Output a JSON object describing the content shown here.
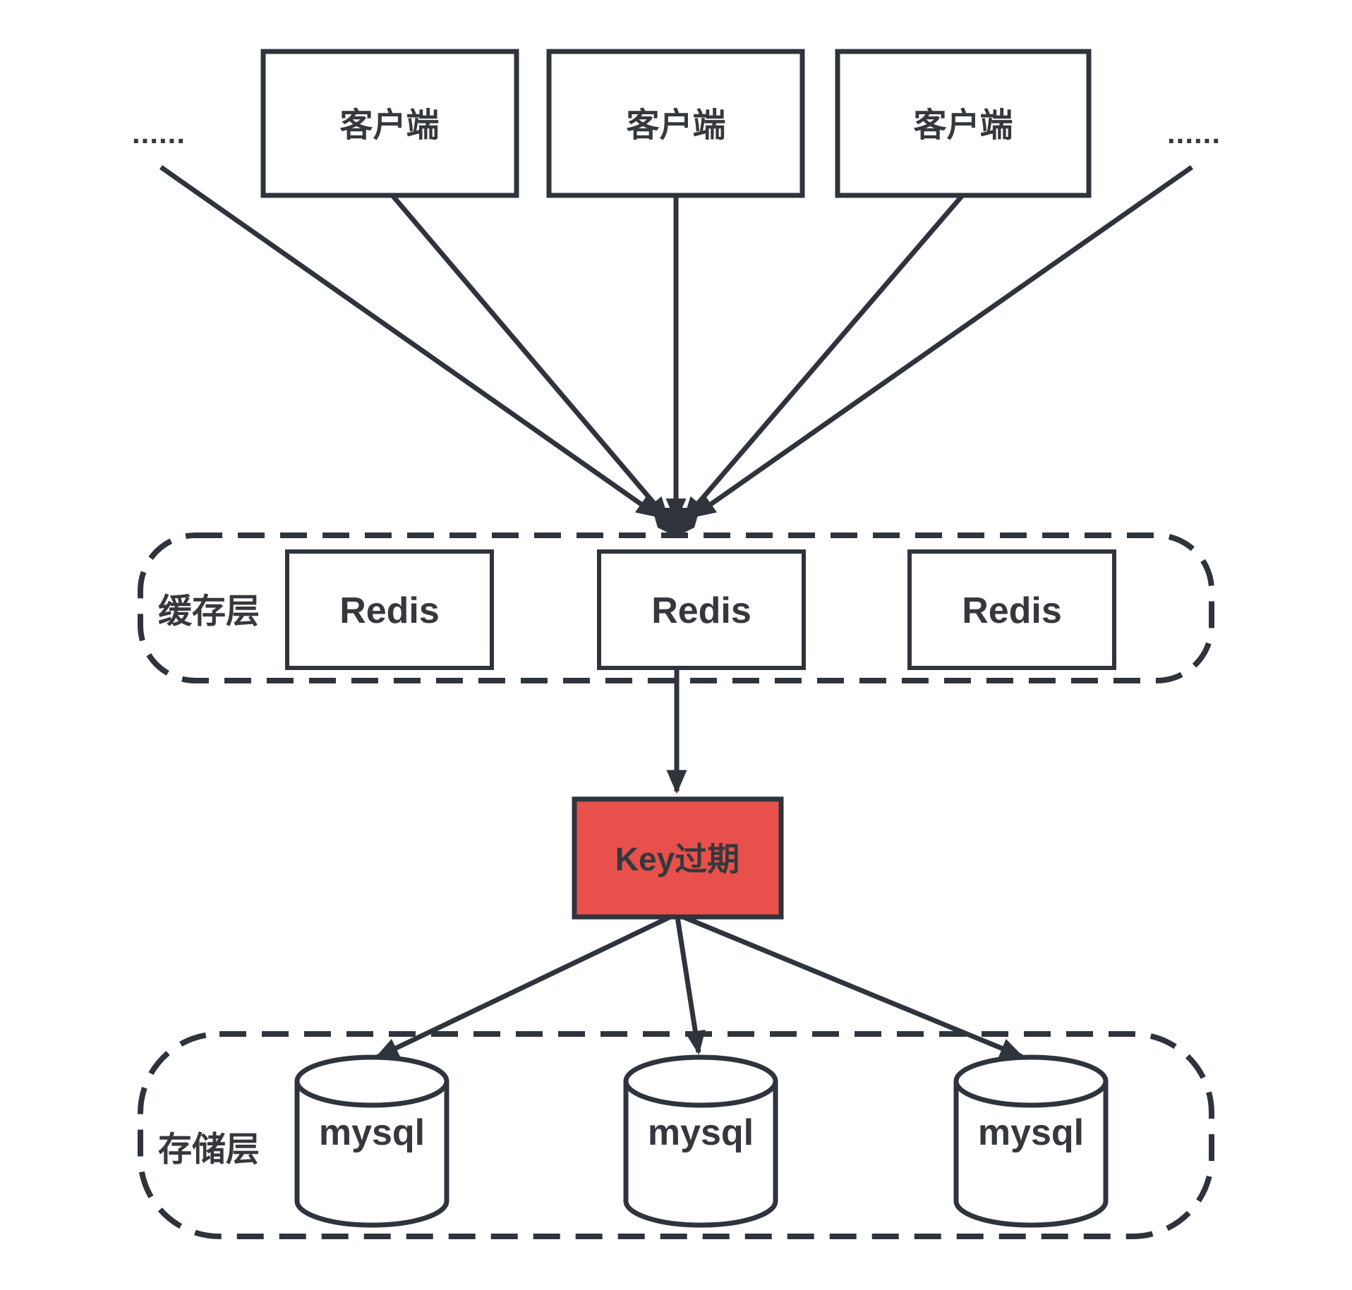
{
  "colors": {
    "stroke": "#2f343c",
    "text": "#35383d",
    "node_fill": "#ffffff",
    "highlight_fill": "#e8504b",
    "background": "#ffffff"
  },
  "clients": {
    "ellipsis_left": "......",
    "ellipsis_right": "......",
    "items": [
      {
        "label": "客户端"
      },
      {
        "label": "客户端"
      },
      {
        "label": "客户端"
      }
    ]
  },
  "cache_layer": {
    "label": "缓存层",
    "nodes": [
      {
        "label": "Redis"
      },
      {
        "label": "Redis"
      },
      {
        "label": "Redis"
      }
    ]
  },
  "key_expired": {
    "label": "Key过期"
  },
  "storage_layer": {
    "label": "存储层",
    "nodes": [
      {
        "label": "mysql"
      },
      {
        "label": "mysql"
      },
      {
        "label": "mysql"
      }
    ]
  }
}
